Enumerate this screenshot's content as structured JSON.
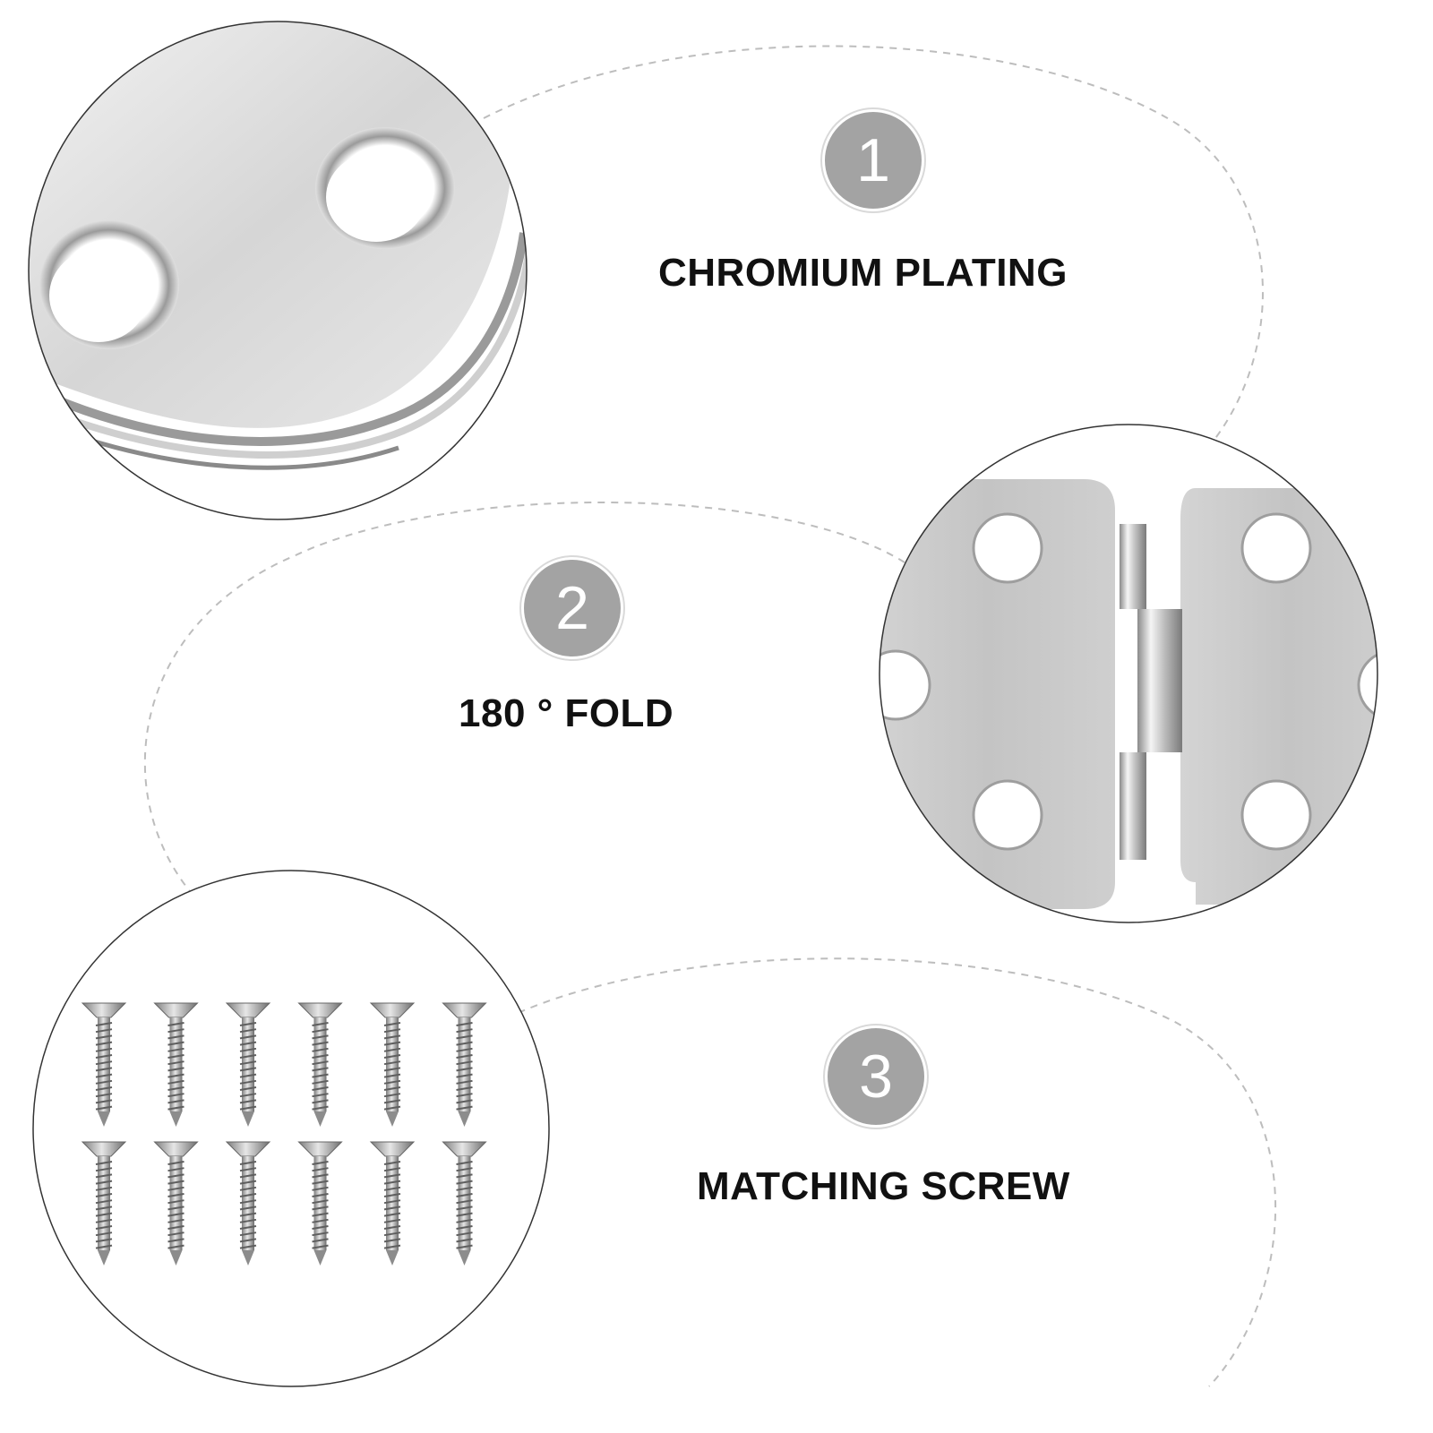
{
  "features": [
    {
      "number": "1",
      "label": "CHROMIUM PLATING",
      "image": "chrome-plate-closeup"
    },
    {
      "number": "2",
      "label": "180 ° FOLD",
      "image": "hinge-closeup"
    },
    {
      "number": "3",
      "label": "MATCHING SCREW",
      "image": "screws-set"
    }
  ],
  "screws": {
    "rows": 2,
    "per_row": 6
  },
  "colors": {
    "badge": "#a3a3a3",
    "text": "#111111",
    "dashes": "#bdbdbd",
    "circle_border": "#333333",
    "metal": "#cfcfcf"
  }
}
